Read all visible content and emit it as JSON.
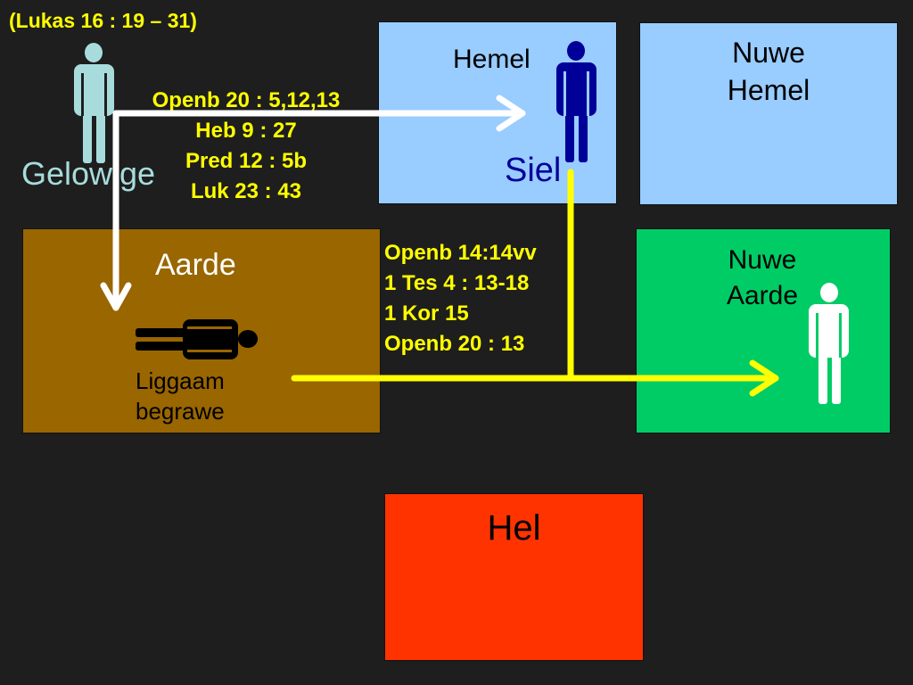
{
  "reference": "(Lukas 16 : 19 – 31)",
  "labels": {
    "believer": "Gelowige",
    "heaven": "Hemel",
    "soul": "Siel",
    "new_heaven_line1": "Nuwe",
    "new_heaven_line2": "Hemel",
    "earth": "Aarde",
    "body_line1": "Liggaam",
    "body_line2": "begrawe",
    "new_earth_line1": "Nuwe",
    "new_earth_line2": "Aarde",
    "hell": "Hel"
  },
  "verses_soul": [
    "Openb 20 : 5,12,13",
    "Heb 9 : 27",
    "Pred 12 : 5b",
    "Luk 23 : 43"
  ],
  "verses_resurrection": [
    "Openb 14:14vv",
    "1 Tes 4 : 13-18",
    "1 Kor 15",
    "Openb 20 : 13"
  ],
  "colors": {
    "background": "#1e1e1e",
    "heaven": "#99ccff",
    "earth": "#996600",
    "new_earth": "#00cc66",
    "hell": "#ff3300",
    "verse_text": "#ffff00",
    "arrow_white": "#ffffff",
    "arrow_yellow": "#ffff00",
    "believer_figure": "#a8dcdc",
    "soul_figure": "#000099",
    "risen_figure": "#ffffff",
    "buried_figure": "#000000"
  },
  "icons": [
    "believer-person-icon",
    "soul-person-icon",
    "buried-body-icon",
    "risen-person-icon"
  ]
}
